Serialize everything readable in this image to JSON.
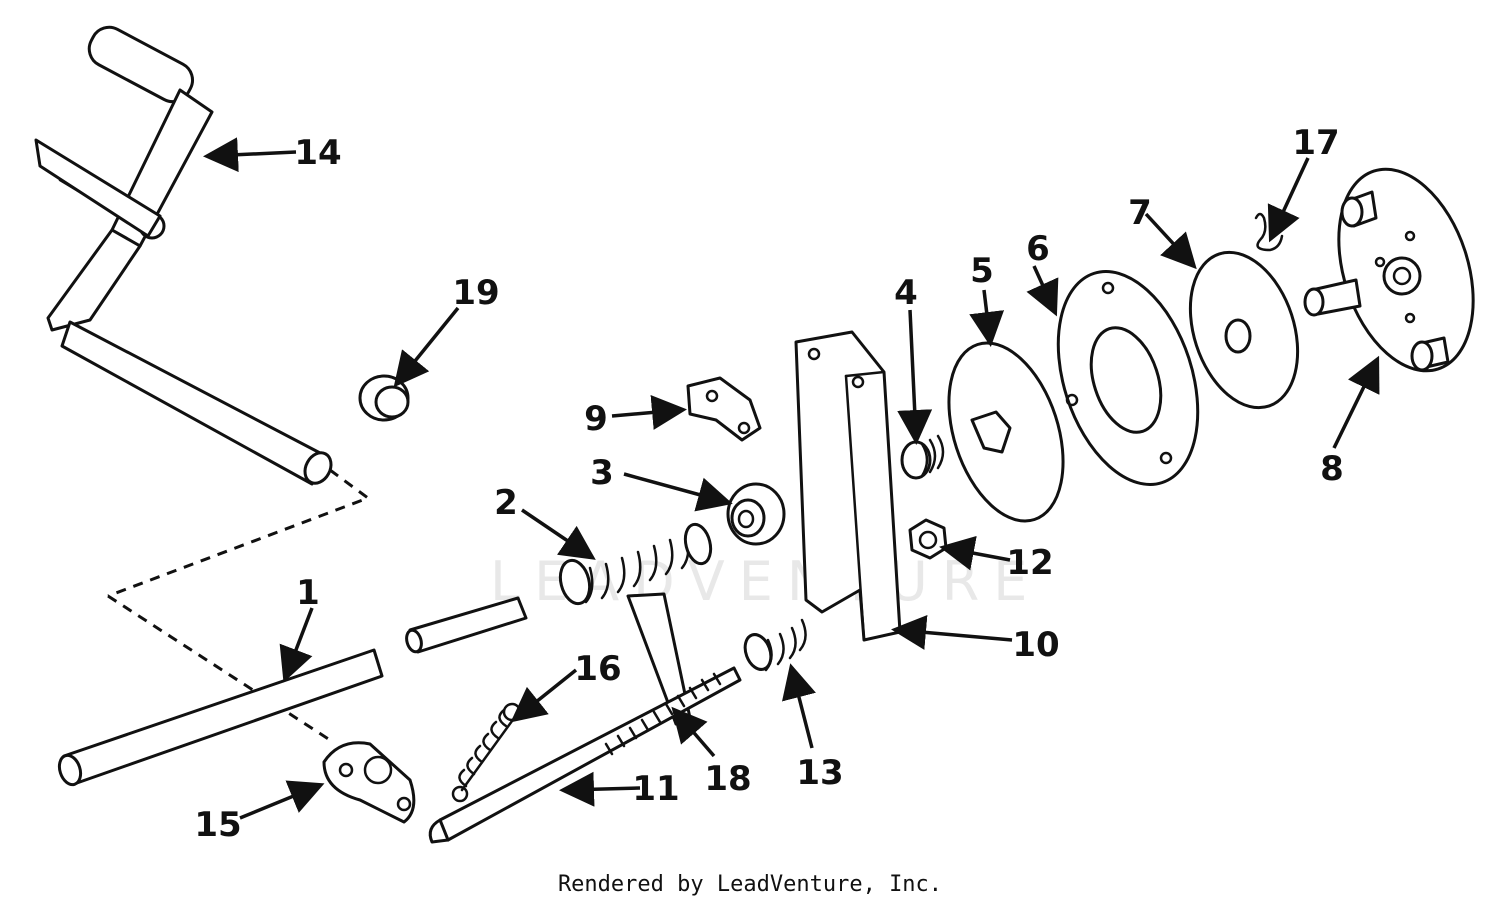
{
  "diagram": {
    "callouts": [
      {
        "id": "1",
        "label": "1"
      },
      {
        "id": "2",
        "label": "2"
      },
      {
        "id": "3",
        "label": "3"
      },
      {
        "id": "4",
        "label": "4"
      },
      {
        "id": "5",
        "label": "5"
      },
      {
        "id": "6",
        "label": "6"
      },
      {
        "id": "7",
        "label": "7"
      },
      {
        "id": "8",
        "label": "8"
      },
      {
        "id": "9",
        "label": "9"
      },
      {
        "id": "10",
        "label": "10"
      },
      {
        "id": "11",
        "label": "11"
      },
      {
        "id": "12",
        "label": "12"
      },
      {
        "id": "13",
        "label": "13"
      },
      {
        "id": "14",
        "label": "14"
      },
      {
        "id": "15",
        "label": "15"
      },
      {
        "id": "16",
        "label": "16"
      },
      {
        "id": "17",
        "label": "17"
      },
      {
        "id": "18",
        "label": "18"
      },
      {
        "id": "19",
        "label": "19"
      }
    ],
    "watermark": "LEADVENTURE",
    "credit": "Rendered by LeadVenture, Inc."
  },
  "colors": {
    "line": "#111111",
    "background": "#ffffff",
    "watermark": "#e8e8e8"
  }
}
